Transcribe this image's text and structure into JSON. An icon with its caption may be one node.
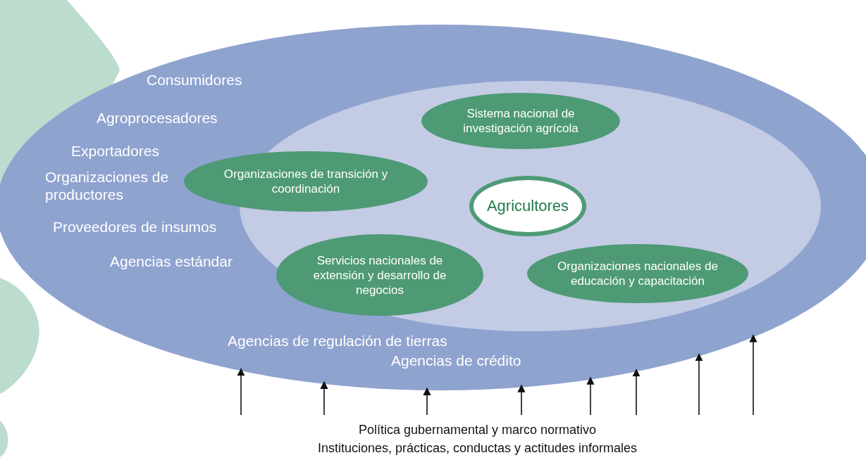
{
  "diagram": {
    "nodes": [
      {
        "text": [
          "Consumidores",
          "Agroprocesadores",
          "Exportadores",
          "Organizaciones de productores",
          "Proveedores de insumos",
          "Agencias estándar",
          "Agencias de regulación de tierras",
          "Agencias de crédito"
        ]
      },
      {
        "text": [],
        "shape": "ellipse",
        "in": 0
      },
      {
        "text": [
          "Sistema nacional de investigación agrícola"
        ],
        "in": 1
      },
      {
        "text": [
          "Organizaciones de transición y coordinación"
        ],
        "in": 0
      },
      {
        "text": [
          "Agricultores"
        ],
        "in": 1
      },
      {
        "text": [
          "Servicios nacionales de extensión y desarrollo de negocios"
        ],
        "in": 1
      },
      {
        "text": [
          "Organizaciones nacionales de educación y capacitación"
        ],
        "in": 1
      }
    ],
    "labels": [
      "Política gubernamental y marco normativo",
      "Instituciones, prácticas, conductas y actitudes informales"
    ]
  }
}
